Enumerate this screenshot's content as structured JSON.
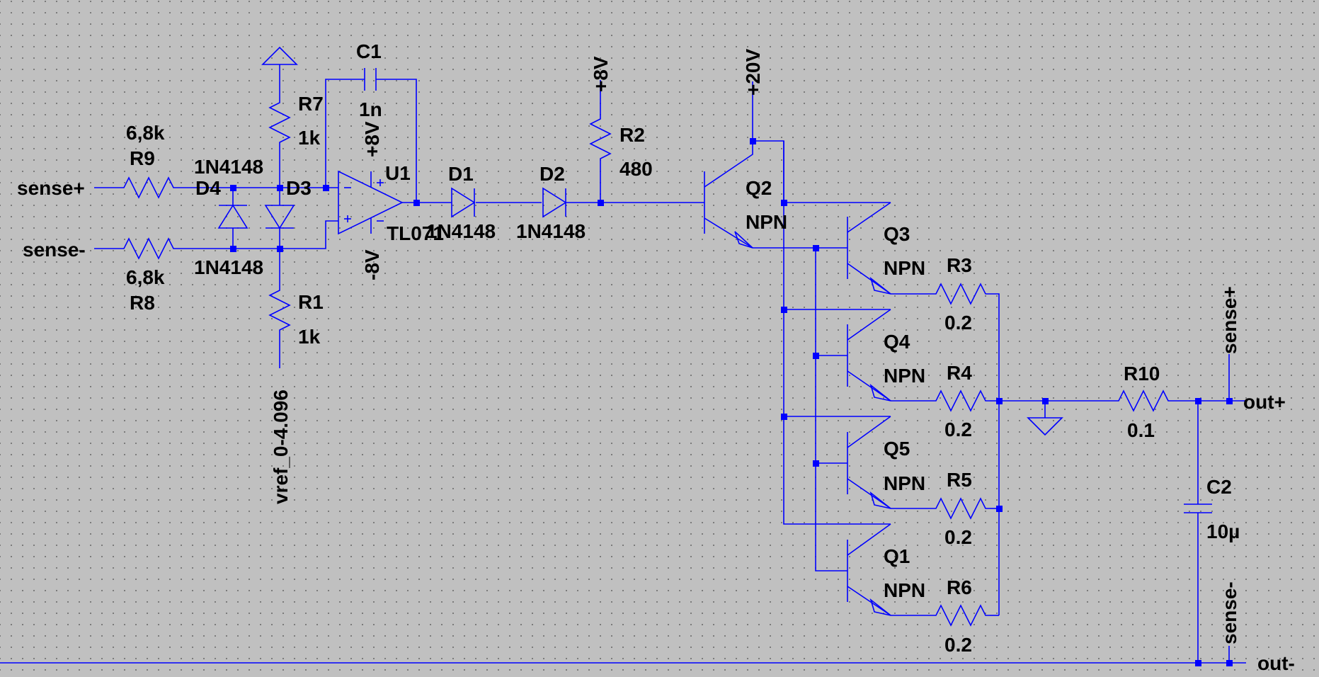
{
  "nets": {
    "sense_plus_in": "sense+",
    "sense_minus_in": "sense-",
    "vref": "vref_0-4.096",
    "opamp_pos_supply": "+8V",
    "opamp_neg_supply": "-8V",
    "pullup_supply": "+8V",
    "collector_supply": "+20V",
    "out_plus": "out+",
    "out_minus": "out-",
    "sense_plus_out": "sense+",
    "sense_minus_out": "sense-"
  },
  "components": {
    "R9": {
      "ref": "R9",
      "value": "6,8k"
    },
    "R8": {
      "ref": "R8",
      "value": "6,8k"
    },
    "R7": {
      "ref": "R7",
      "value": "1k"
    },
    "R1": {
      "ref": "R1",
      "value": "1k"
    },
    "R2": {
      "ref": "R2",
      "value": "480"
    },
    "R3": {
      "ref": "R3",
      "value": "0.2"
    },
    "R4": {
      "ref": "R4",
      "value": "0.2"
    },
    "R5": {
      "ref": "R5",
      "value": "0.2"
    },
    "R6": {
      "ref": "R6",
      "value": "0.2"
    },
    "R10": {
      "ref": "R10",
      "value": "0.1"
    },
    "C1": {
      "ref": "C1",
      "value": "1n"
    },
    "C2": {
      "ref": "C2",
      "value": "10µ"
    },
    "D1": {
      "ref": "D1",
      "value": "1N4148"
    },
    "D2": {
      "ref": "D2",
      "value": "1N4148"
    },
    "D3": {
      "ref": "D3",
      "value": "1N4148"
    },
    "D4": {
      "ref": "D4",
      "value": "1N4148"
    },
    "U1": {
      "ref": "U1",
      "value": "TL071"
    },
    "Q1": {
      "ref": "Q1",
      "value": "NPN"
    },
    "Q2": {
      "ref": "Q2",
      "value": "NPN"
    },
    "Q3": {
      "ref": "Q3",
      "value": "NPN"
    },
    "Q4": {
      "ref": "Q4",
      "value": "NPN"
    },
    "Q5": {
      "ref": "Q5",
      "value": "NPN"
    }
  }
}
